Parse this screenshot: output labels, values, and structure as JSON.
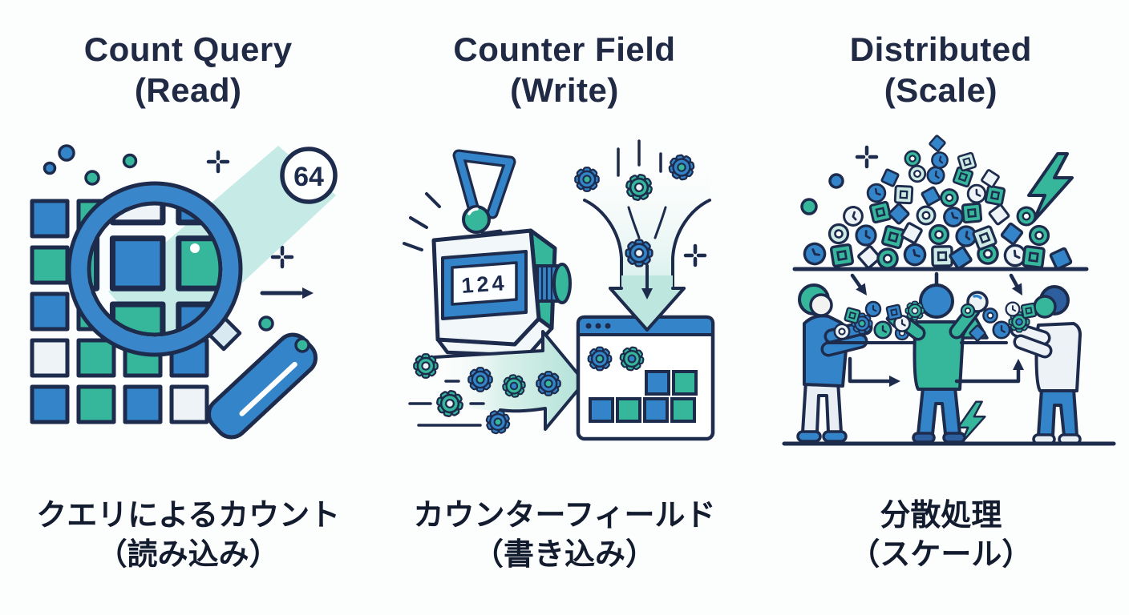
{
  "colors": {
    "background": "#fcfdfd",
    "navy_outline": "#1d2b4d",
    "title_text": "#212a45",
    "caption_text": "#131b2f",
    "blue": "#3484c9",
    "teal": "#36b79b",
    "white_shape": "#edf3f6",
    "pale_teal": "#cdeae5",
    "beam_teal": "#c6ebe6",
    "dark_blue_hair": "#2d5f9e"
  },
  "panels": [
    {
      "id": "count-query-read",
      "title_line1": "Count Query",
      "title_line2": "(Read)",
      "caption_line1": "クエリによるカウント",
      "caption_line2": "（読み込み）",
      "badge_value": "64",
      "icons": [
        "data-grid",
        "magnifying-glass-icon",
        "count-badge",
        "highlight-beam",
        "arrow-right-icon",
        "sparkle-icon",
        "dot"
      ],
      "grid": {
        "square_size": 44,
        "rows": [
          [
            "blue",
            "teal",
            "white",
            "blue"
          ],
          [
            "teal",
            "teal",
            "blue",
            "teal"
          ],
          [
            "blue",
            "teal",
            "teal",
            "blue"
          ],
          [
            "white",
            "teal",
            "teal",
            "blue"
          ],
          [
            "blue",
            "teal",
            "blue",
            "white"
          ]
        ]
      }
    },
    {
      "id": "counter-field-write",
      "title_line1": "Counter Field",
      "title_line2": "(Write)",
      "caption_line1": "カウンターフィールド",
      "caption_line2": "（書き込み）",
      "counter_value": "124",
      "icons": [
        "tally-counter-icon",
        "gear-icon",
        "funnel-down-arrow",
        "gear-stream-arrow",
        "browser-window-icon",
        "sparkle-icon"
      ]
    },
    {
      "id": "distributed-scale",
      "title_line1": "Distributed",
      "title_line2": "(Scale)",
      "caption_line1": "分散処理",
      "caption_line2": "（スケール）",
      "icons": [
        "task-pile",
        "worker-figure",
        "lightning-bolt-icon",
        "flow-arrow",
        "sparkle-icon",
        "dot"
      ]
    }
  ]
}
